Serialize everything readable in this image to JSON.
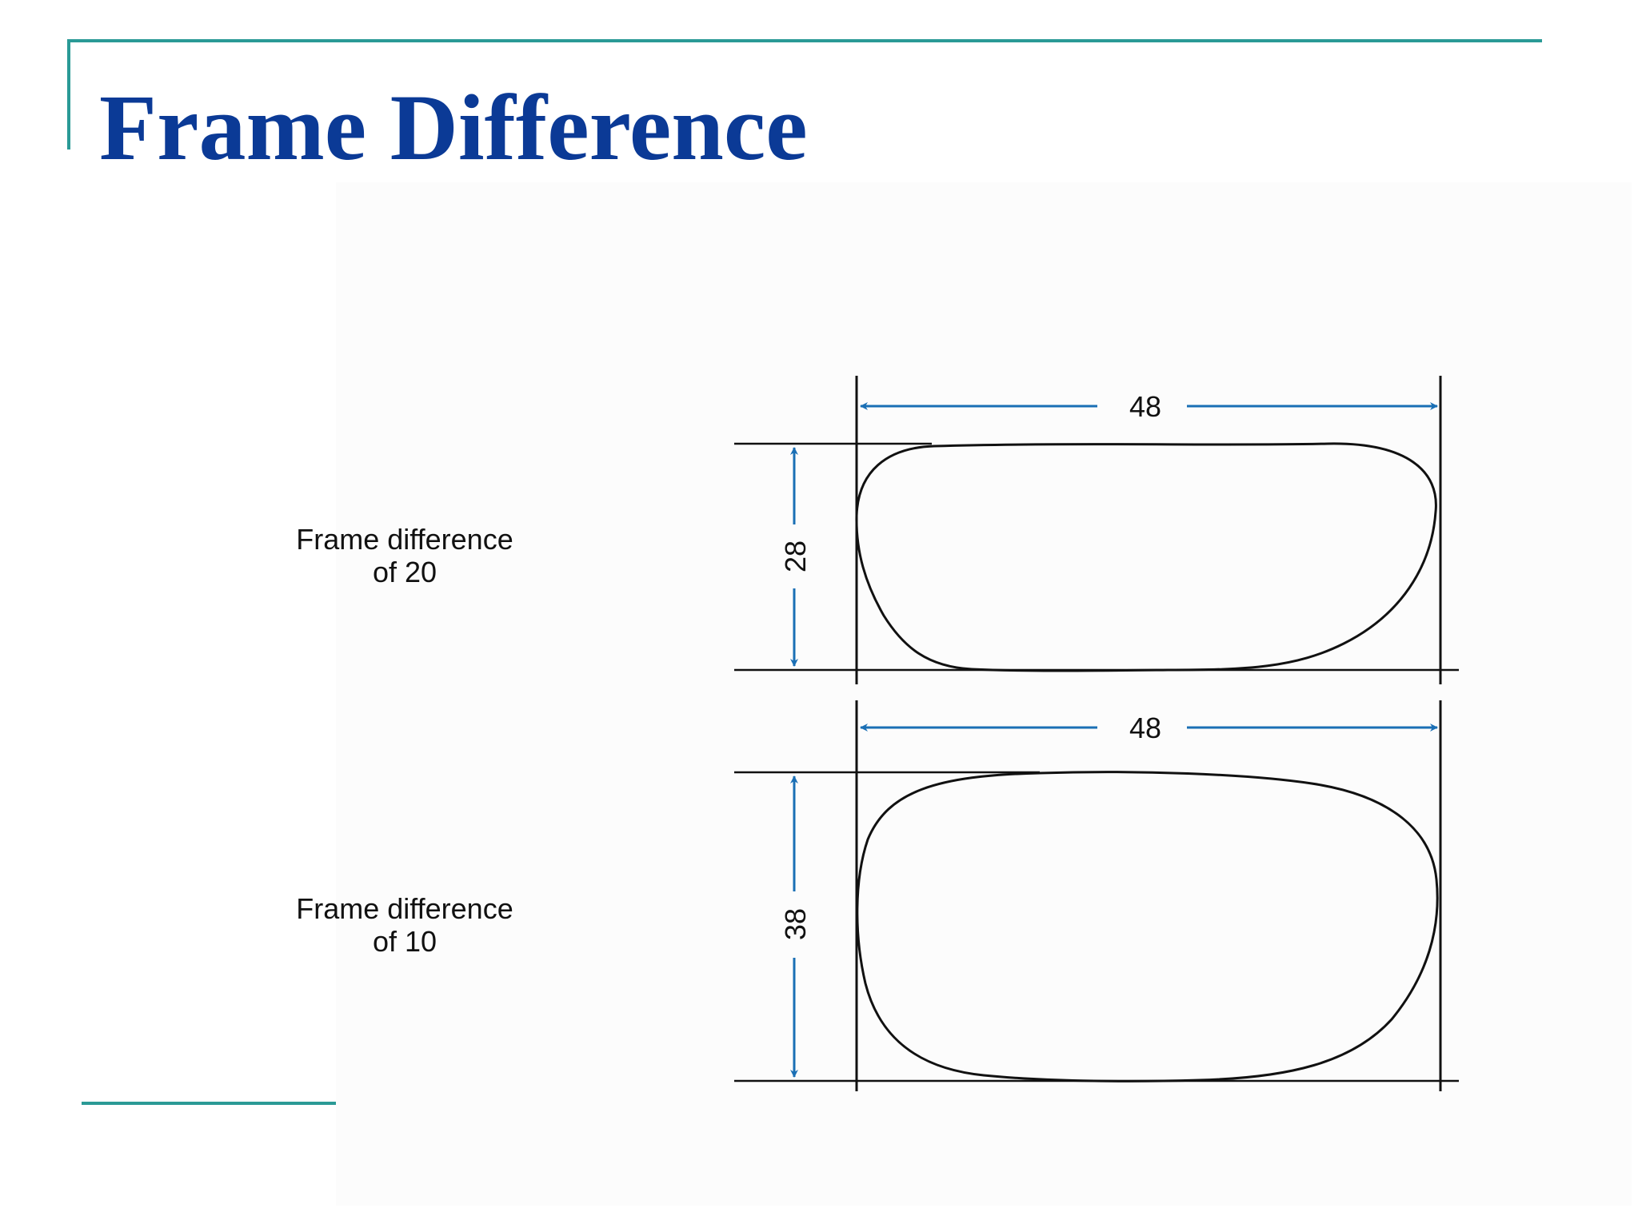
{
  "title": "Frame Difference",
  "colors": {
    "title": "#0b3a96",
    "frame_rule": "#2a9a96",
    "dimension_arrow": "#1a6fb5",
    "outline": "#111111"
  },
  "diagrams": [
    {
      "label_line1": "Frame difference",
      "label_line2": "of 20",
      "width_label": "48",
      "height_label": "28"
    },
    {
      "label_line1": "Frame difference",
      "label_line2": "of 10",
      "width_label": "48",
      "height_label": "38"
    }
  ]
}
